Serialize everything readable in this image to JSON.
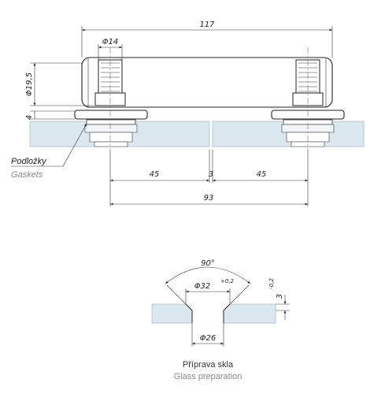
{
  "dimensions": {
    "overall_length": "117",
    "rod_diameter": "Φ14",
    "height": "Φ19,5",
    "base_thickness": "4",
    "left_half": "45",
    "gap": "3",
    "right_half": "45",
    "total_span": "93"
  },
  "labels": {
    "gaskets_cs": "Podložky",
    "gaskets_en": "Gaskets"
  },
  "glass_prep": {
    "angle": "90°",
    "hole_top_diameter": "Φ32",
    "hole_top_tolerance": "+0,2",
    "depth": "3",
    "depth_tolerance": "-0,2",
    "hole_bottom_diameter": "Φ26",
    "caption_cs": "Příprava skla",
    "caption_en": "Glass preparation"
  }
}
